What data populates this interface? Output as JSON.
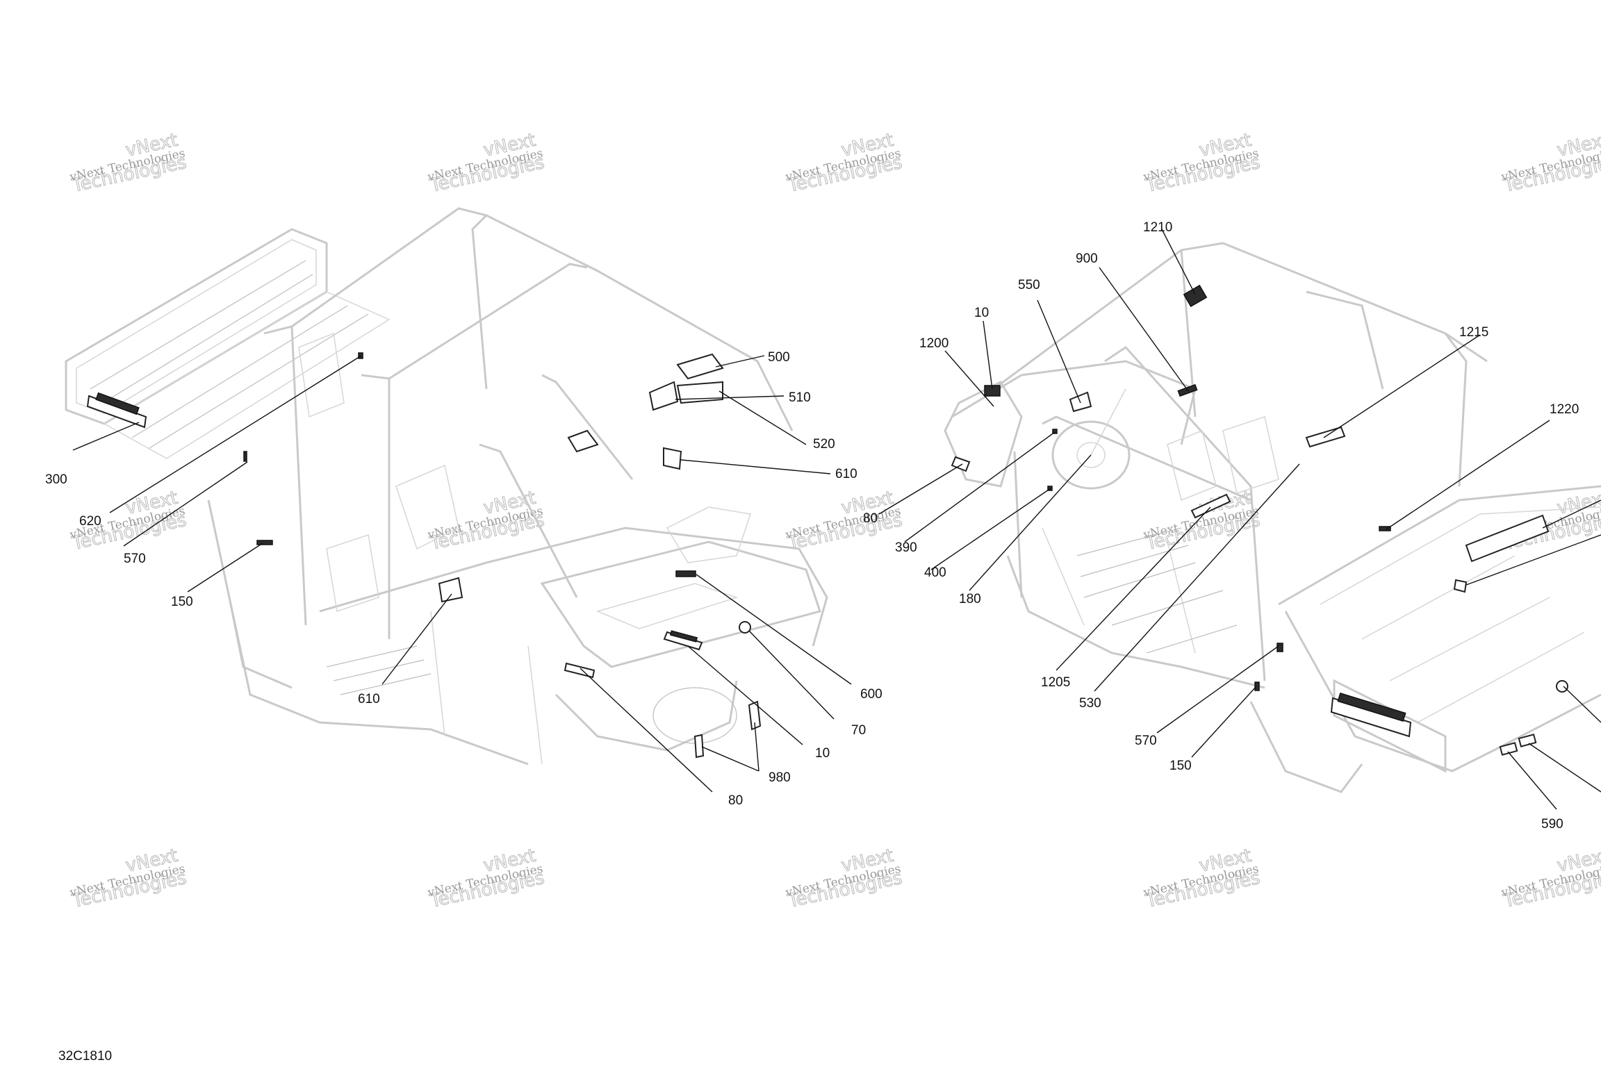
{
  "diagram": {
    "figure_code": "32C1810",
    "watermark": {
      "line_small": "vNext Technologies",
      "line_big_1": "vNext",
      "line_big_2": "Technologies"
    },
    "left_view_callouts": [
      "500",
      "510",
      "520",
      "610",
      "300",
      "620",
      "570",
      "150",
      "610",
      "600",
      "70",
      "10",
      "980",
      "80"
    ],
    "right_view_callouts": [
      "1210",
      "900",
      "550",
      "10",
      "1200",
      "1215",
      "1220",
      "80",
      "390",
      "400",
      "180",
      "1205",
      "530",
      "570",
      "150",
      "590"
    ]
  }
}
